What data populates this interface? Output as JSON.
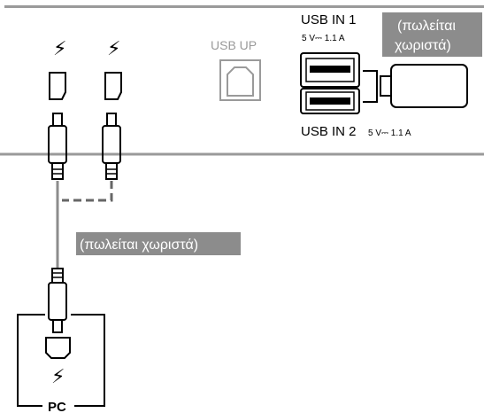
{
  "diagram": {
    "usb_in_1": {
      "label": "USB IN 1",
      "spec": "5 V⎓ 1.1 A"
    },
    "usb_in_2": {
      "label": "USB IN 2",
      "spec": "5 V⎓ 1.1 A"
    },
    "usb_up": {
      "label": "USB UP"
    },
    "badge_top": {
      "line1": "(πωλείται",
      "line2": "χωριστά)"
    },
    "badge_cable": {
      "text": "(πωλείται χωριστά)"
    },
    "pc": {
      "label": "PC"
    },
    "bolt_glyph": "⚡",
    "colors": {
      "panel": "#9a9a9a",
      "badge": "#8c8c8c",
      "ink": "#000000"
    }
  }
}
